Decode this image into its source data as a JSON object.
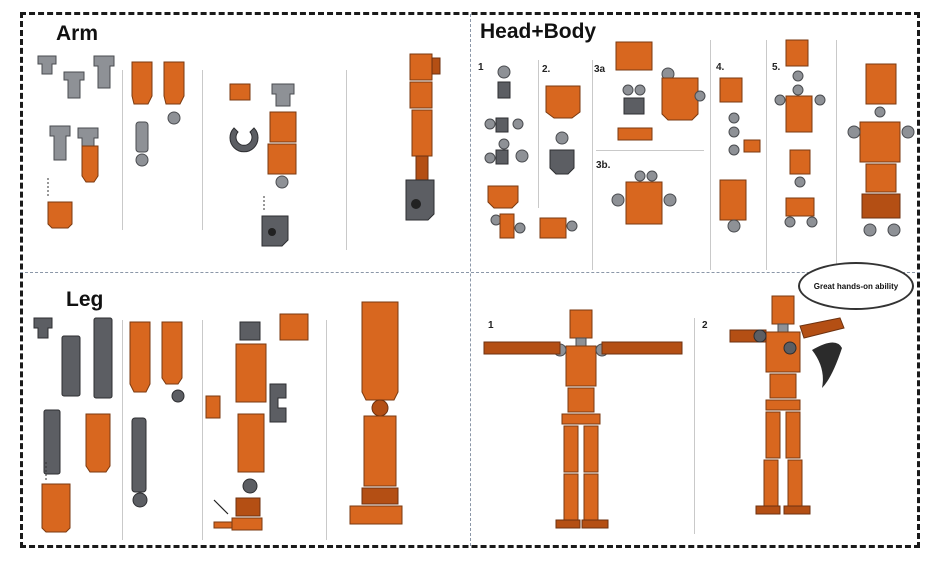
{
  "sections": {
    "arm": {
      "title": "Arm"
    },
    "head_body": {
      "title": "Head+Body",
      "steps": [
        "1",
        "2.",
        "3a",
        "3b.",
        "4.",
        "5."
      ]
    },
    "leg": {
      "title": "Leg"
    },
    "pose": {
      "steps": [
        "1",
        "2"
      ],
      "callout": "Great hands-on ability"
    }
  },
  "colors": {
    "orange": "#d8671f",
    "dark_orange": "#b44f14",
    "gray": "#5c5e63",
    "light_gray": "#8e9196"
  }
}
